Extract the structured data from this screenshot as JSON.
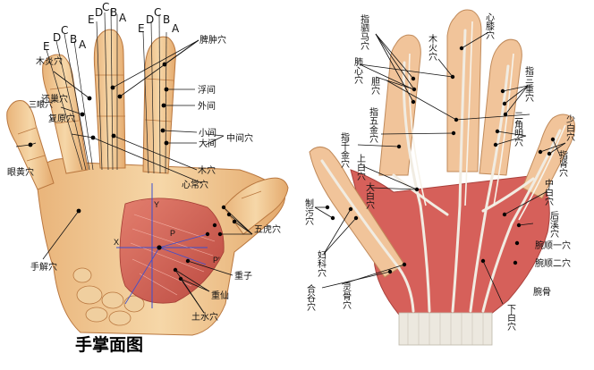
{
  "caption": "手掌面图",
  "left_panel": {
    "column_letters": [
      {
        "id": "l1",
        "text": "E"
      },
      {
        "id": "l2",
        "text": "D"
      },
      {
        "id": "l3",
        "text": "C"
      },
      {
        "id": "l4",
        "text": "B"
      },
      {
        "id": "l5",
        "text": "A"
      },
      {
        "id": "l6",
        "text": "E"
      },
      {
        "id": "l7",
        "text": "D"
      },
      {
        "id": "l8",
        "text": "C"
      },
      {
        "id": "l9",
        "text": "B"
      },
      {
        "id": "l10",
        "text": "A"
      },
      {
        "id": "l11",
        "text": "E"
      },
      {
        "id": "l12",
        "text": "D"
      },
      {
        "id": "l13",
        "text": "C"
      },
      {
        "id": "l14",
        "text": "B"
      },
      {
        "id": "l15",
        "text": "A"
      }
    ],
    "labels": [
      {
        "id": "pizhong",
        "text": "脾肿穴"
      },
      {
        "id": "fujian",
        "text": "浮间"
      },
      {
        "id": "waijian",
        "text": "外间"
      },
      {
        "id": "xiaojian",
        "text": "小间"
      },
      {
        "id": "dajian",
        "text": "大间"
      },
      {
        "id": "zhongjian",
        "text": "中间穴"
      },
      {
        "id": "muxue",
        "text": "木穴"
      },
      {
        "id": "xinchang",
        "text": "心常穴"
      },
      {
        "id": "muyan",
        "text": "木炎穴"
      },
      {
        "id": "huanchao",
        "text": "还巢穴"
      },
      {
        "id": "sanyan",
        "text": "三眼穴"
      },
      {
        "id": "fuyuan",
        "text": "复原穴"
      },
      {
        "id": "yanhuang",
        "text": "眼黄穴"
      },
      {
        "id": "shoujie",
        "text": "手解穴"
      },
      {
        "id": "wuhu",
        "text": "五虎穴"
      },
      {
        "id": "chongzi",
        "text": "重子"
      },
      {
        "id": "chongxian",
        "text": "重仙"
      },
      {
        "id": "tushui",
        "text": "土水穴"
      }
    ],
    "axis_letters": {
      "y": "Y",
      "x": "X",
      "p": "P",
      "p2": "P'"
    }
  },
  "right_panel": {
    "labels": [
      {
        "id": "zhijuma",
        "text": "指驷马穴"
      },
      {
        "id": "xinxi",
        "text": "心膝穴"
      },
      {
        "id": "muhuo",
        "text": "木火穴"
      },
      {
        "id": "feixin",
        "text": "肺心穴"
      },
      {
        "id": "dan",
        "text": "胆穴"
      },
      {
        "id": "zhisanchong",
        "text": "指三重穴"
      },
      {
        "id": "zhiwujin",
        "text": "指五金穴"
      },
      {
        "id": "erjiaoming",
        "text": "二角明穴"
      },
      {
        "id": "zhiqianjin",
        "text": "指千金穴"
      },
      {
        "id": "shaobai",
        "text": "少白穴"
      },
      {
        "id": "zhishen",
        "text": "指肾穴"
      },
      {
        "id": "shangbai",
        "text": "上白穴"
      },
      {
        "id": "dabai",
        "text": "大白穴"
      },
      {
        "id": "zhongbai",
        "text": "中白穴"
      },
      {
        "id": "zhiwu",
        "text": "制污穴"
      },
      {
        "id": "houxi",
        "text": "后溪穴"
      },
      {
        "id": "wanshun1",
        "text": "腕顺一穴"
      },
      {
        "id": "wanshun2",
        "text": "腕顺二穴"
      },
      {
        "id": "fuke",
        "text": "妇科穴"
      },
      {
        "id": "wangu",
        "text": "腕骨"
      },
      {
        "id": "linggu",
        "text": "灵骨穴"
      },
      {
        "id": "hegu",
        "text": "合谷穴"
      },
      {
        "id": "xiabai",
        "text": "下白穴"
      }
    ]
  },
  "colors": {
    "bone": "#f1cd9a",
    "muscle": "#d2544d",
    "tendon": "#eee8dc",
    "skin": "#f6c897"
  }
}
